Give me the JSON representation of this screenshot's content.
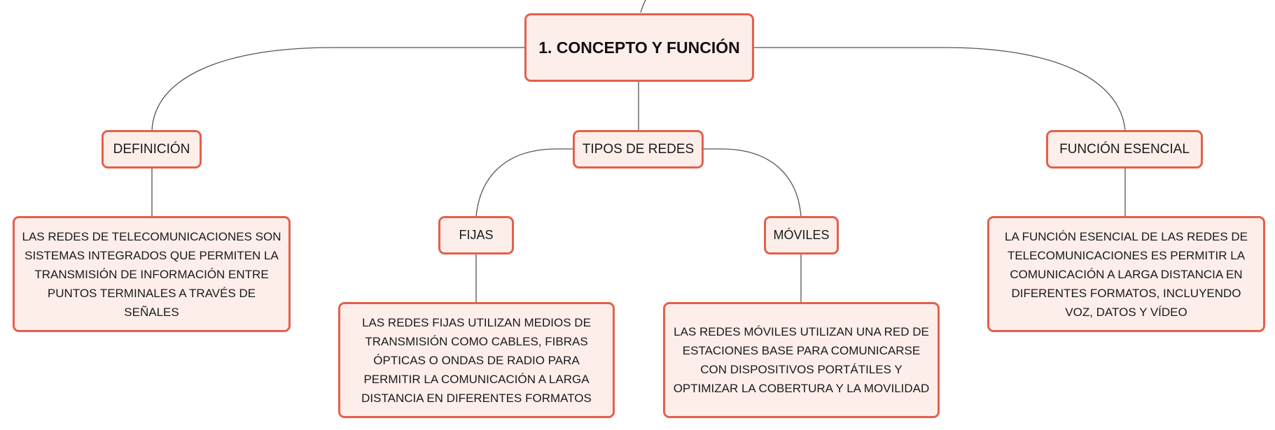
{
  "diagram": {
    "root": {
      "label": "1. CONCEPTO Y FUNCIÓN"
    },
    "branches": {
      "definicion": {
        "label": "DEFINICIÓN",
        "detail": "LAS REDES DE TELECOMUNICACIONES SON SISTEMAS INTEGRADOS QUE PERMITEN LA TRANSMISIÓN DE INFORMACIÓN ENTRE PUNTOS TERMINALES A TRAVÉS DE SEÑALES"
      },
      "tipos": {
        "label": "TIPOS DE REDES",
        "fijas": {
          "label": "FIJAS",
          "detail": "LAS REDES FIJAS UTILIZAN MEDIOS DE TRANSMISIÓN COMO CABLES, FIBRAS ÓPTICAS O ONDAS DE RADIO PARA PERMITIR LA COMUNICACIÓN A LARGA DISTANCIA EN DIFERENTES FORMATOS"
        },
        "moviles": {
          "label": "MÓVILES",
          "detail": "LAS REDES MÓVILES UTILIZAN UNA RED DE ESTACIONES BASE PARA COMUNICARSE CON DISPOSITIVOS PORTÁTILES Y OPTIMIZAR LA COBERTURA Y LA MOVILIDAD"
        }
      },
      "funcion": {
        "label": "FUNCIÓN ESENCIAL",
        "detail": "LA FUNCIÓN ESENCIAL DE LAS REDES DE TELECOMUNICACIONES ES PERMITIR LA COMUNICACIÓN A LARGA DISTANCIA EN DIFERENTES FORMATOS, INCLUYENDO VOZ, DATOS Y VÍDEO"
      }
    },
    "colors": {
      "node_border": "#e4604b",
      "node_fill": "#fdeeea",
      "connector": "#555555"
    }
  }
}
